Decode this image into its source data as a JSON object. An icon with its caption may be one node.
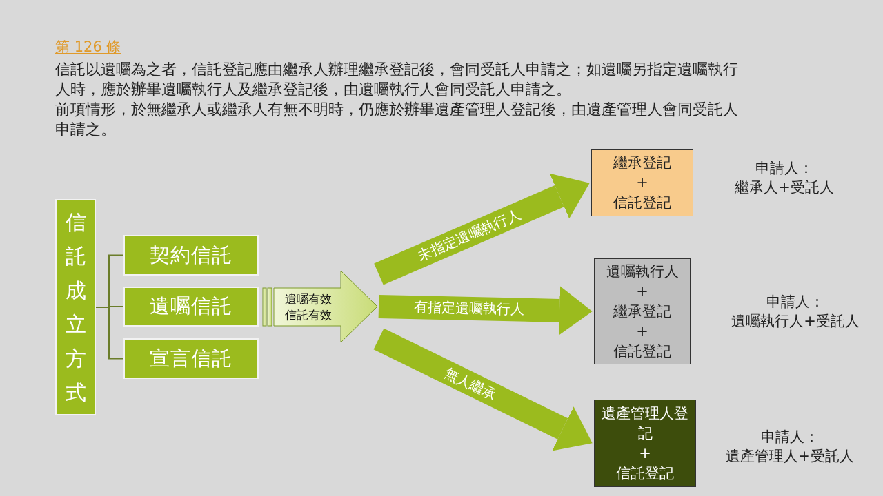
{
  "diagram": {
    "title": "第 126 條",
    "labels": [
      "信託以遺囑為之者，信託登記應由繼承人辦理繼承登記後，會同受託人申請之；如遺囑另指定遺囑執行人時，應於辦畢遺囑執行人及繼承登記後，由遺囑執行人會同受託人申請之。",
      "前項情形，於無繼承人或繼承人有無不明時，仍應於辦畢遺產管理人登記後，由遺產管理人會同受託人申請之。"
    ],
    "nodes": [
      {
        "text": [
          "信託成立方式"
        ]
      },
      {
        "text": [
          "契約信託"
        ]
      },
      {
        "text": [
          "遺囑信託"
        ]
      },
      {
        "text": [
          "宣言信託"
        ]
      },
      {
        "text": [
          "遺囑有效信託有效"
        ]
      },
      {
        "text": [
          "繼承登記",
          "+",
          "信託登記"
        ],
        "beside": [
          "申請人：",
          "繼承人+受託人"
        ]
      },
      {
        "text": [
          "遺囑執行人",
          "+",
          "繼承登記",
          "+",
          "信託登記"
        ],
        "beside": [
          "申請人：",
          "遺囑執行人+受託人"
        ]
      },
      {
        "text": [
          "遺產管理人登記",
          "+",
          "信託登記"
        ],
        "beside": [
          "申請人：",
          "遺產管理人+受託人"
        ]
      }
    ],
    "edges": [
      {
        "from": 0,
        "to": 1,
        "arrow": "none"
      },
      {
        "from": 0,
        "to": 2,
        "arrow": "none"
      },
      {
        "from": 0,
        "to": 3,
        "arrow": "none"
      },
      {
        "from": 4,
        "to": 5,
        "arrow": "to",
        "label": "未指定遺囑執行人",
        "style": "thick"
      },
      {
        "from": 4,
        "to": 6,
        "arrow": "to",
        "label": "有指定遺囑執行人",
        "style": "thick"
      },
      {
        "from": 4,
        "to": 7,
        "arrow": "to",
        "label": "無人繼承",
        "style": "thick"
      }
    ]
  }
}
